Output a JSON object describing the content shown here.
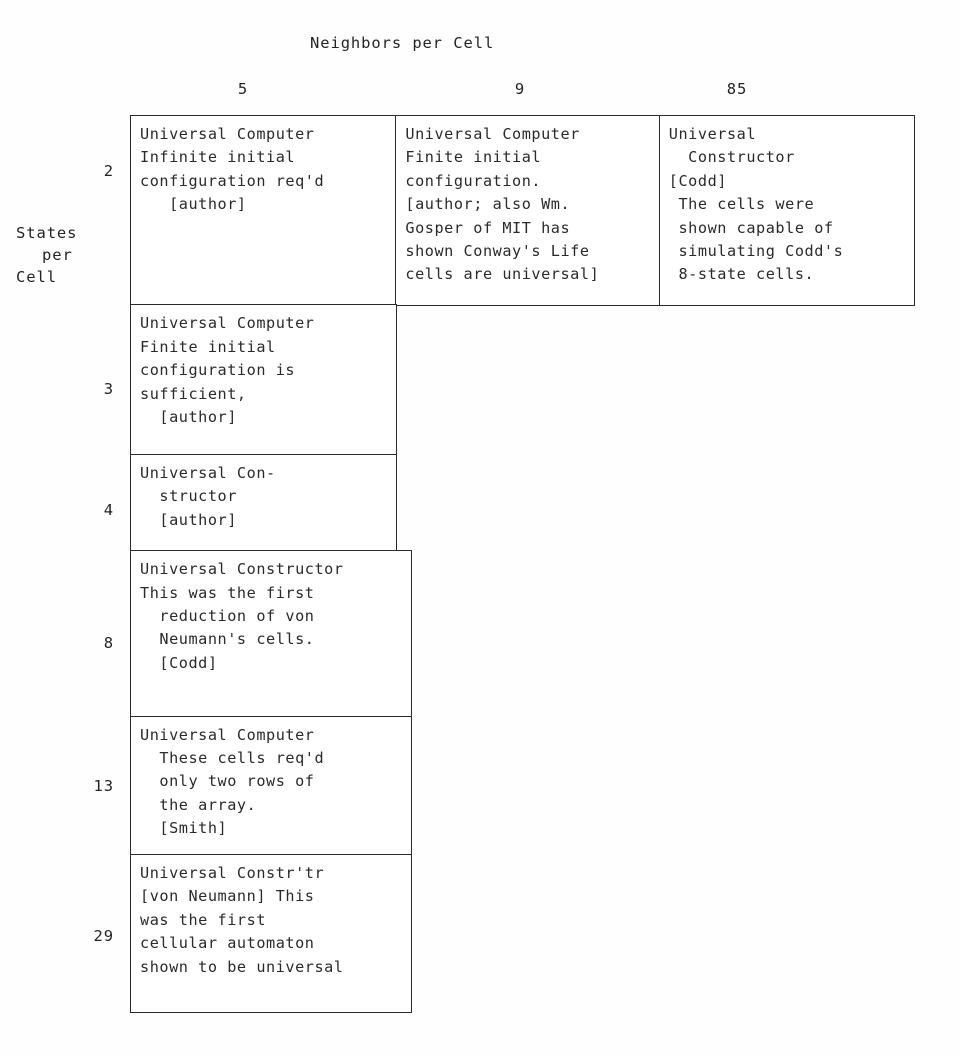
{
  "figure": {
    "top_axis_title": "Neighbors per Cell",
    "side_axis_title_lines": [
      "States",
      "per",
      "Cell"
    ],
    "column_headers": [
      "5",
      "9",
      "85"
    ],
    "row_headers": [
      "2",
      "3",
      "4",
      "8",
      "13",
      "29"
    ]
  },
  "chart_data": {
    "type": "table",
    "title": "Neighbors per Cell",
    "xlabel": "Neighbors per Cell",
    "ylabel": "States per Cell",
    "columns": [
      "5",
      "9",
      "85"
    ],
    "rows": [
      "2",
      "3",
      "4",
      "8",
      "13",
      "29"
    ],
    "cells": [
      {
        "row": "2",
        "col": "5",
        "text": "Universal Computer\nInfinite initial\nconfiguration req'd\n   [author]"
      },
      {
        "row": "2",
        "col": "9",
        "text": "Universal Computer\nFinite initial\nconfiguration.\n[author; also Wm.\nGosper of MIT has\nshown Conway's Life\ncells are universal]"
      },
      {
        "row": "2",
        "col": "85",
        "text": "Universal\n  Constructor\n[Codd]\n The cells were\n shown capable of\n simulating Codd's\n 8-state cells."
      },
      {
        "row": "3",
        "col": "5",
        "text": "Universal Computer\nFinite initial\nconfiguration is\nsufficient,\n  [author]"
      },
      {
        "row": "4",
        "col": "5",
        "text": "Universal Con-\n  structor\n  [author]"
      },
      {
        "row": "8",
        "col": "5",
        "text": "Universal Constructor\nThis was the first\n  reduction of von\n  Neumann's cells.\n  [Codd]"
      },
      {
        "row": "13",
        "col": "5",
        "text": "Universal Computer\n  These cells req'd\n  only two rows of\n  the array.\n  [Smith]"
      },
      {
        "row": "29",
        "col": "5",
        "text": "Universal Constr'tr\n[von Neumann] This\nwas the first\ncellular automaton\nshown to be universal"
      }
    ]
  }
}
